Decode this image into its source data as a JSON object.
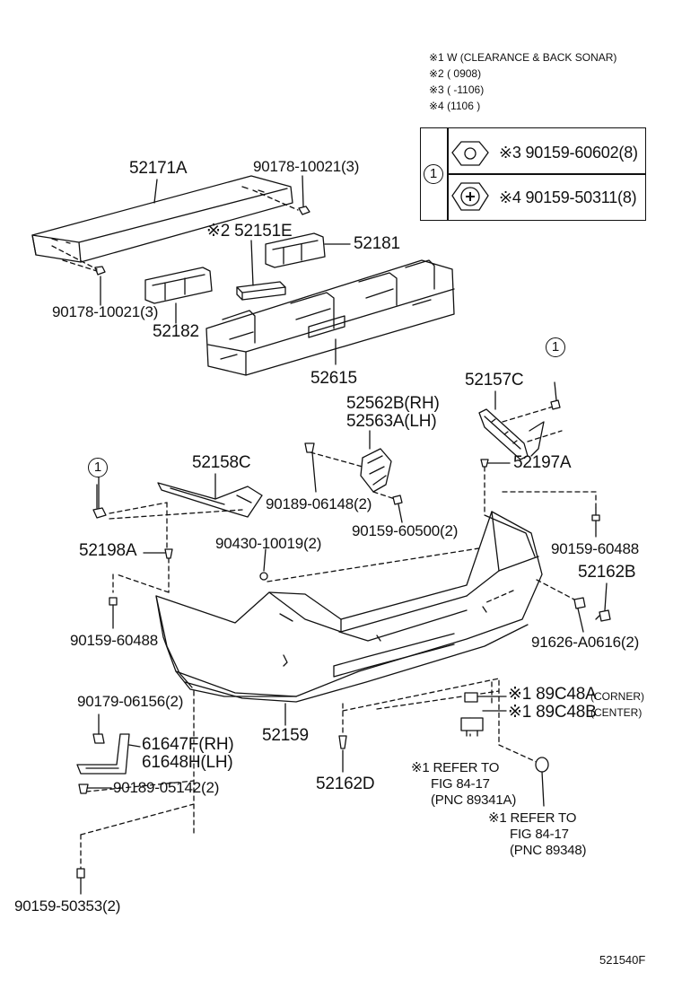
{
  "notes": {
    "n1": "※1 W (CLEARANCE & BACK SONAR)",
    "n2": "※2 (        0908)",
    "n3": "※3 (        -1106)",
    "n4": "※4 (1106          )"
  },
  "legend": {
    "ref_symbol": "1",
    "row1": "※3 90159-60602(8)",
    "row2": "※4 90159-50311(8)"
  },
  "labels": {
    "p52171A": "52171A",
    "p90178_top": "90178-10021(3)",
    "p52151E": "※2 52151E",
    "p52181": "52181",
    "p90178_left": "90178-10021(3)",
    "p52182": "52182",
    "p52615": "52615",
    "p52562B": "52562B(RH)",
    "p52563A": "52563A(LH)",
    "p52157C": "52157C",
    "p52158C": "52158C",
    "p90189_06148": "90189-06148(2)",
    "p52197A": "52197A",
    "p90159_60500": "90159-60500(2)",
    "p90159_60488_r": "90159-60488",
    "p52198A": "52198A",
    "p90430": "90430-10019(2)",
    "p52162B": "52162B",
    "p90159_60488_l": "90159-60488",
    "p91626": "91626-A0616(2)",
    "p89C48A": "※1 89C48A",
    "p89C48A_note": "(CORNER)",
    "p89C48B": "※1 89C48B",
    "p89C48B_note": "(CENTER)",
    "p90179": "90179-06156(2)",
    "p52159": "52159",
    "p61647F": "61647F(RH)",
    "p61648H": "61648H(LH)",
    "p90189_05142": "90189-05142(2)",
    "p52162D": "52162D",
    "ref1_a": "※1 REFER TO",
    "ref1_b": "FIG 84-17",
    "ref1_c": "(PNC 89341A)",
    "ref2_a": "※1 REFER TO",
    "ref2_b": "FIG 84-17",
    "ref2_c": "(PNC 89348)",
    "p90159_50353": "90159-50353(2)",
    "fig_code": "521540F"
  },
  "callouts": {
    "c1": "1",
    "c2": "1",
    "c3": "1"
  }
}
